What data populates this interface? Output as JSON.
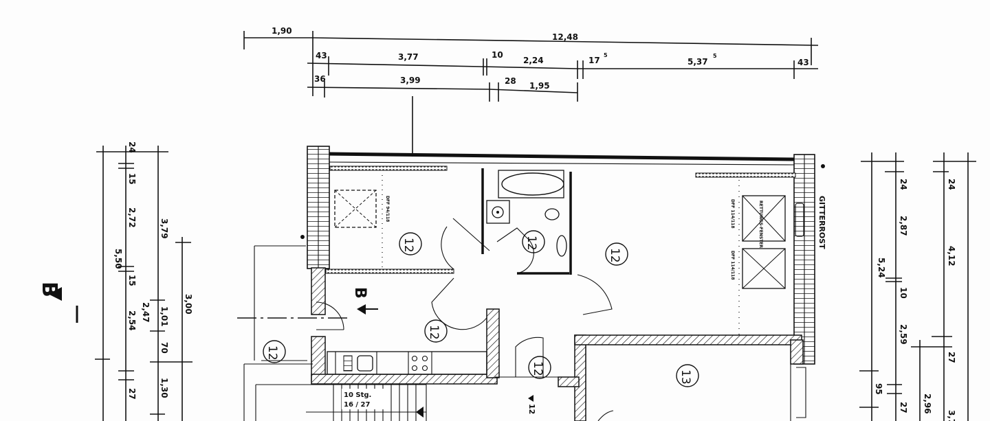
{
  "dimensions": {
    "top": {
      "row1": [
        "1,90",
        "12,48"
      ],
      "row2": [
        "43",
        "3,77",
        "10",
        "2,24",
        "17",
        "5,37",
        "43"
      ],
      "row2_superscripts": [
        "5",
        "5"
      ],
      "row3": [
        "36",
        "3,99",
        "28",
        "1,95"
      ]
    },
    "left": [
      "24",
      "15",
      "2,72",
      "3,79",
      "5,50",
      "15",
      "3,00",
      "1,01",
      "2,47",
      "2,54",
      "70",
      "1,30",
      "27"
    ],
    "right": [
      "24",
      "2,87",
      "5,24",
      "10",
      "2,59",
      "95",
      "27",
      "24",
      "4,12",
      "27",
      "2,96",
      "3,7"
    ]
  },
  "rooms": [
    "12",
    "12",
    "12",
    "12",
    "12",
    "12",
    "13"
  ],
  "annotations": {
    "section_marker": "B",
    "section_marker_large": "B",
    "grating": "GITTERROST",
    "escape_window": "RETTUNGS-FENSTER",
    "skylight_left": "DFF 94/118",
    "skylight_right_1": "DFF 114/118",
    "skylight_right_2": "DFF 114/118",
    "stairs_count": "10 Stg.",
    "stairs_ratio": "16 / 27",
    "level_marker": "12"
  }
}
